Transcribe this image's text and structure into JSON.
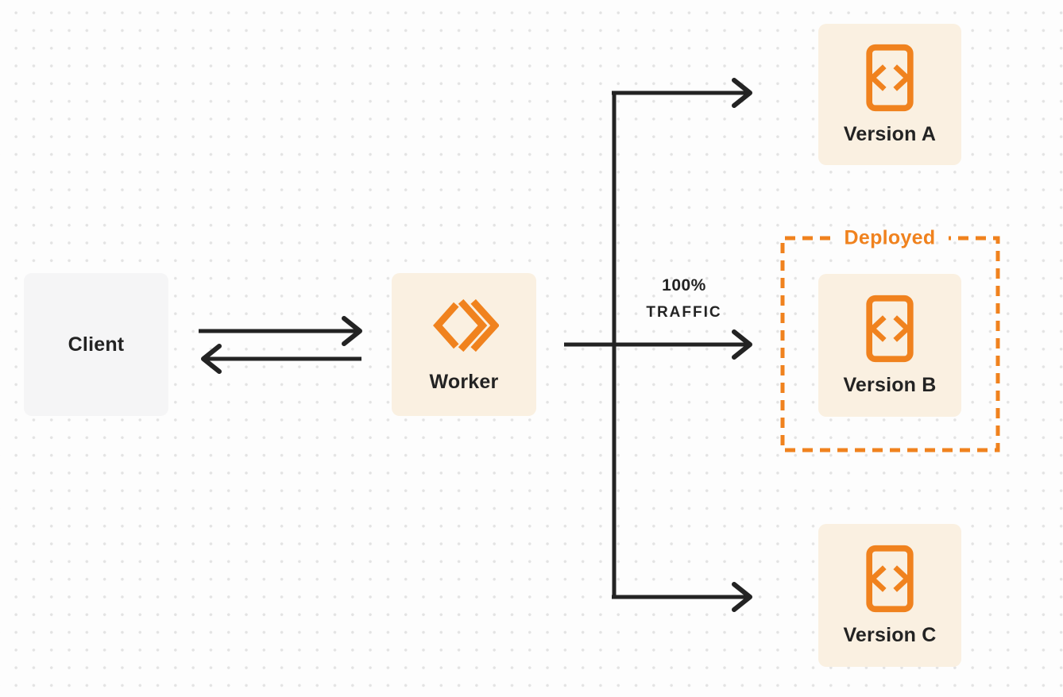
{
  "diagram": {
    "nodes": {
      "client": {
        "label": "Client"
      },
      "worker": {
        "label": "Worker",
        "icon": "cloudflare-workers-icon"
      },
      "version_a": {
        "label": "Version A",
        "icon": "code-file-icon"
      },
      "version_b": {
        "label": "Version B",
        "icon": "code-file-icon"
      },
      "version_c": {
        "label": "Version C",
        "icon": "code-file-icon"
      }
    },
    "deployed": {
      "label": "Deployed"
    },
    "traffic": {
      "line1": "100%",
      "line2": "TRAFFIC"
    },
    "colors": {
      "bg": "#fdfdfd",
      "dot": "#e3e3e3",
      "orange": "#f0821e",
      "dark": "#232323",
      "node_cream": "#faf0e1",
      "client_gray": "#f5f5f6"
    }
  }
}
